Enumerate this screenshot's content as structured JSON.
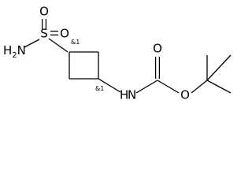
{
  "molecule": {
    "atoms": {
      "o_top": "O",
      "s": "S",
      "o_right": "O",
      "nh2_n": "N",
      "nh2_h": "H",
      "nh2_sub": "2",
      "nh_n": "N",
      "nh_h": "H",
      "o_carbonyl": "O",
      "o_ester": "O"
    },
    "stereo_labels": {
      "c_top": "&1",
      "c_bottom": "&1"
    }
  }
}
